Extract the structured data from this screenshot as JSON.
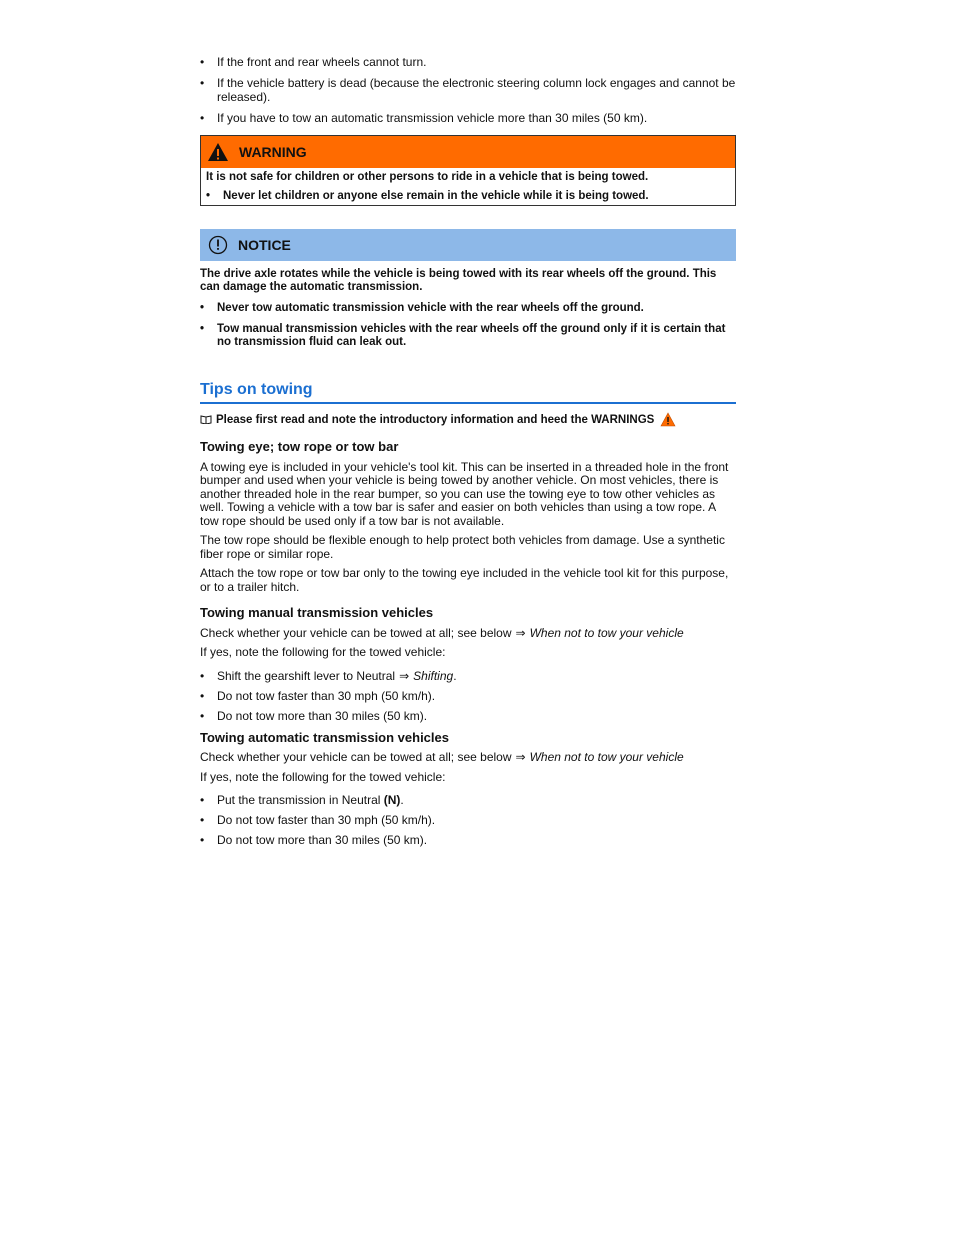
{
  "top_bullets": [
    "If the front and rear wheels cannot turn.",
    "If the vehicle battery is dead (because the electronic steering column lock engages and cannot be released).",
    "If you have to tow an automatic transmission vehicle more than 30 miles (50 km)."
  ],
  "warning": {
    "title": "WARNING",
    "text": "It is not safe for children or other persons to ride in a vehicle that is being towed.",
    "bullet": "Never let children or anyone else remain in the vehicle while it is being towed.",
    "color": "#ff6b00"
  },
  "notice": {
    "title": "NOTICE",
    "text": "The drive axle rotates while the vehicle is being towed with its rear wheels off the ground. This can damage the automatic transmission.",
    "bullets": [
      "Never tow automatic transmission vehicle with the rear wheels off the ground.",
      "Tow manual transmission vehicles with the rear wheels off the ground only if it is certain that no transmission fluid can leak out."
    ],
    "color": "#8db8e8"
  },
  "section": {
    "title": "Tips on towing",
    "color": "#1b6fd1",
    "intro": "Please first read and note the introductory information and heed the WARNINGS"
  },
  "towing_eye": {
    "heading": "Towing eye; tow rope or tow bar",
    "p1": "A towing eye is included in your vehicle's tool kit. This can be inserted in a threaded hole in the front bumper and used when your vehicle is being towed by another vehicle. On most vehicles, there is another threaded hole in the rear bumper, so you can use the towing eye to tow other vehicles as well. Towing a vehicle with a tow bar is safer and easier on both vehicles than using a tow rope. A tow rope should be used only if a tow bar is not available.",
    "p2": "The tow rope should be flexible enough to help protect both vehicles from damage. Use a synthetic fiber rope or similar rope.",
    "p3": "Attach the tow rope or tow bar only to the towing eye included in the vehicle tool kit for this purpose, or to a trailer hitch."
  },
  "manual": {
    "heading": "Towing manual transmission vehicles",
    "check": "Check whether your vehicle can be towed at all; see below",
    "check_ref": "When not to tow your vehicle",
    "if_yes": "If yes, note the following for the towed vehicle:",
    "b1_text": "Shift the gearshift lever to Neutral",
    "b1_ref": "Shifting",
    "b2": "Do not tow faster than 30 mph (50 km/h).",
    "b3": "Do not tow more than 30 miles (50 km)."
  },
  "automatic": {
    "heading": "Towing automatic transmission vehicles",
    "check": "Check whether your vehicle can be towed at all; see below",
    "check_ref": "When not to tow your vehicle",
    "if_yes": "If yes, note the following for the towed vehicle:",
    "b1_text": "Put the transmission in Neutral",
    "b1_bold": "(N)",
    "b2": "Do not tow faster than 30 mph (50 km/h).",
    "b3": "Do not tow more than 30 miles (50 km)."
  },
  "symbols": {
    "arrow": "⇒",
    "period": ".",
    "ref_icon": "book-icon",
    "warn_icon": "warning-triangle-icon"
  }
}
